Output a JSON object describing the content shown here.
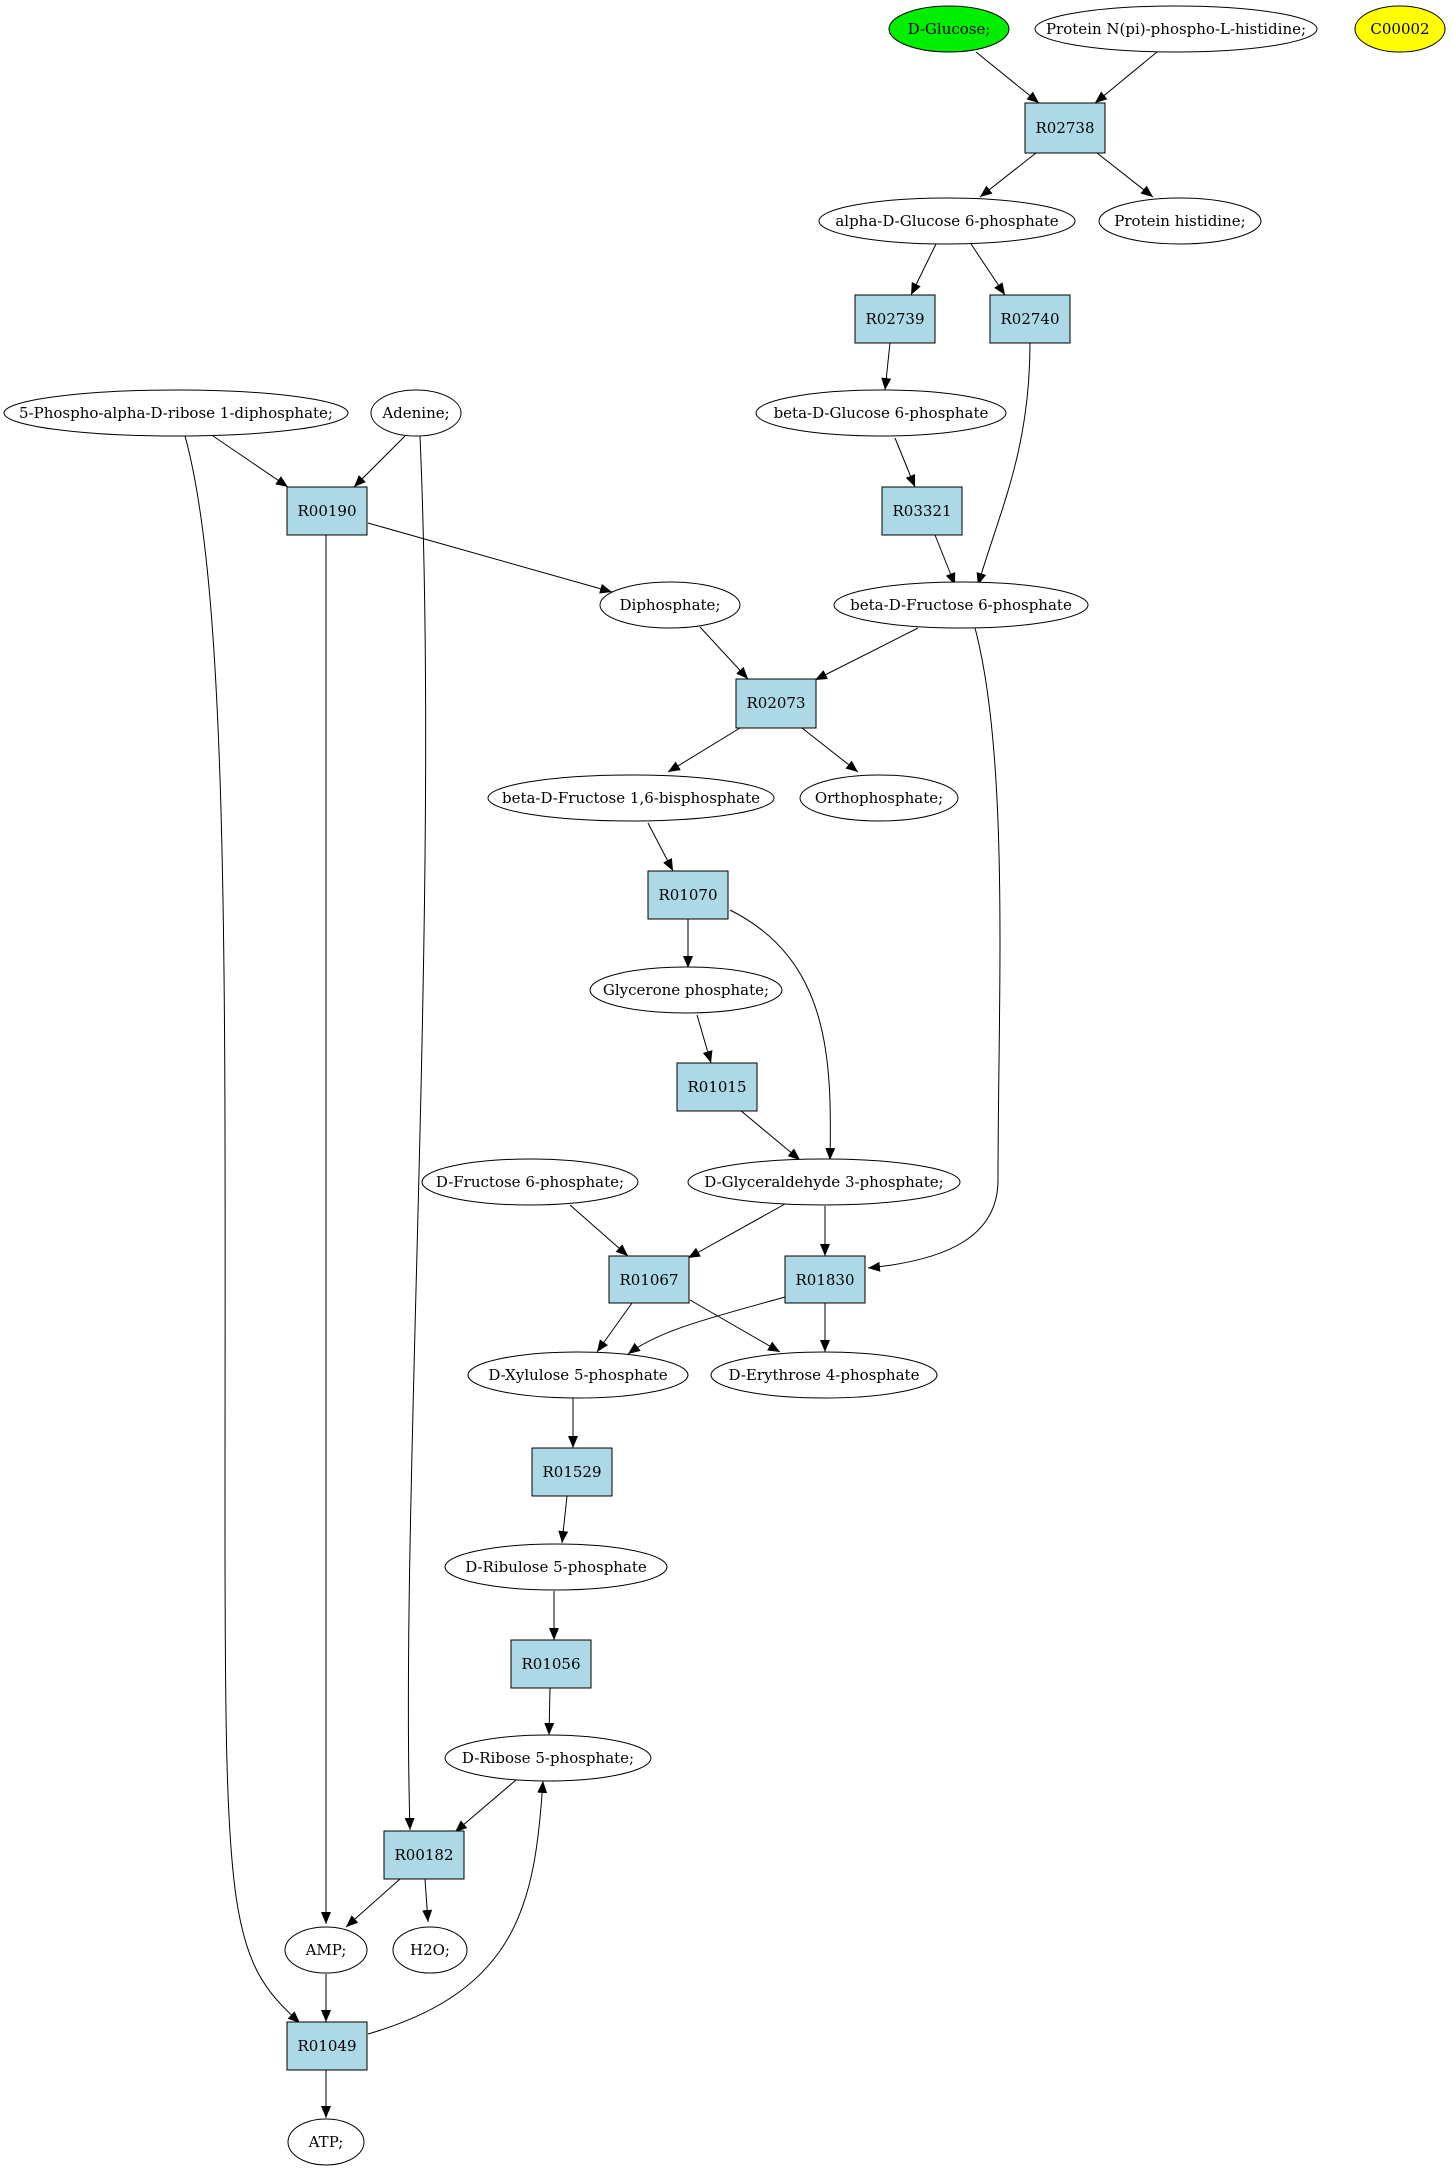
{
  "diagram": {
    "colors": {
      "reaction_fill": "#add8e6",
      "compound_fill": "#ffffff",
      "highlight_green": "#00ee00",
      "highlight_yellow": "#ffff00",
      "stroke": "#000000"
    },
    "compounds": {
      "dglucose": {
        "label": "D-Glucose;",
        "fill": "#00ee00"
      },
      "proteinNpi": {
        "label": "Protein N(pi)-phospho-L-histidine;",
        "fill": "#ffffff"
      },
      "c00002": {
        "label": "C00002",
        "fill": "#ffff00"
      },
      "aDG6P": {
        "label": "alpha-D-Glucose 6-phosphate",
        "fill": "#ffffff"
      },
      "protHis": {
        "label": "Protein histidine;",
        "fill": "#ffffff"
      },
      "prpp": {
        "label": "5-Phospho-alpha-D-ribose 1-diphosphate;",
        "fill": "#ffffff"
      },
      "adenine": {
        "label": "Adenine;",
        "fill": "#ffffff"
      },
      "bDG6P": {
        "label": "beta-D-Glucose 6-phosphate",
        "fill": "#ffffff"
      },
      "diphos": {
        "label": "Diphosphate;",
        "fill": "#ffffff"
      },
      "bDF6P": {
        "label": "beta-D-Fructose 6-phosphate",
        "fill": "#ffffff"
      },
      "bDF16BP": {
        "label": "beta-D-Fructose 1,6-bisphosphate",
        "fill": "#ffffff"
      },
      "orthoP": {
        "label": "Orthophosphate;",
        "fill": "#ffffff"
      },
      "glyceroneP": {
        "label": "Glycerone phosphate;",
        "fill": "#ffffff"
      },
      "dF6P": {
        "label": "D-Fructose 6-phosphate;",
        "fill": "#ffffff"
      },
      "dGA3P": {
        "label": "D-Glyceraldehyde 3-phosphate;",
        "fill": "#ffffff"
      },
      "dX5P": {
        "label": "D-Xylulose 5-phosphate",
        "fill": "#ffffff"
      },
      "dE4P": {
        "label": "D-Erythrose 4-phosphate",
        "fill": "#ffffff"
      },
      "dRu5P": {
        "label": "D-Ribulose 5-phosphate",
        "fill": "#ffffff"
      },
      "dR5P": {
        "label": "D-Ribose 5-phosphate;",
        "fill": "#ffffff"
      },
      "amp": {
        "label": "AMP;",
        "fill": "#ffffff"
      },
      "h2o": {
        "label": "H2O;",
        "fill": "#ffffff"
      },
      "atp": {
        "label": "ATP;",
        "fill": "#ffffff"
      }
    },
    "reactions": {
      "R02738": "R02738",
      "R02739": "R02739",
      "R02740": "R02740",
      "R00190": "R00190",
      "R03321": "R03321",
      "R02073": "R02073",
      "R01070": "R01070",
      "R01015": "R01015",
      "R01067": "R01067",
      "R01830": "R01830",
      "R01529": "R01529",
      "R01056": "R01056",
      "R00182": "R00182",
      "R01049": "R01049"
    }
  }
}
